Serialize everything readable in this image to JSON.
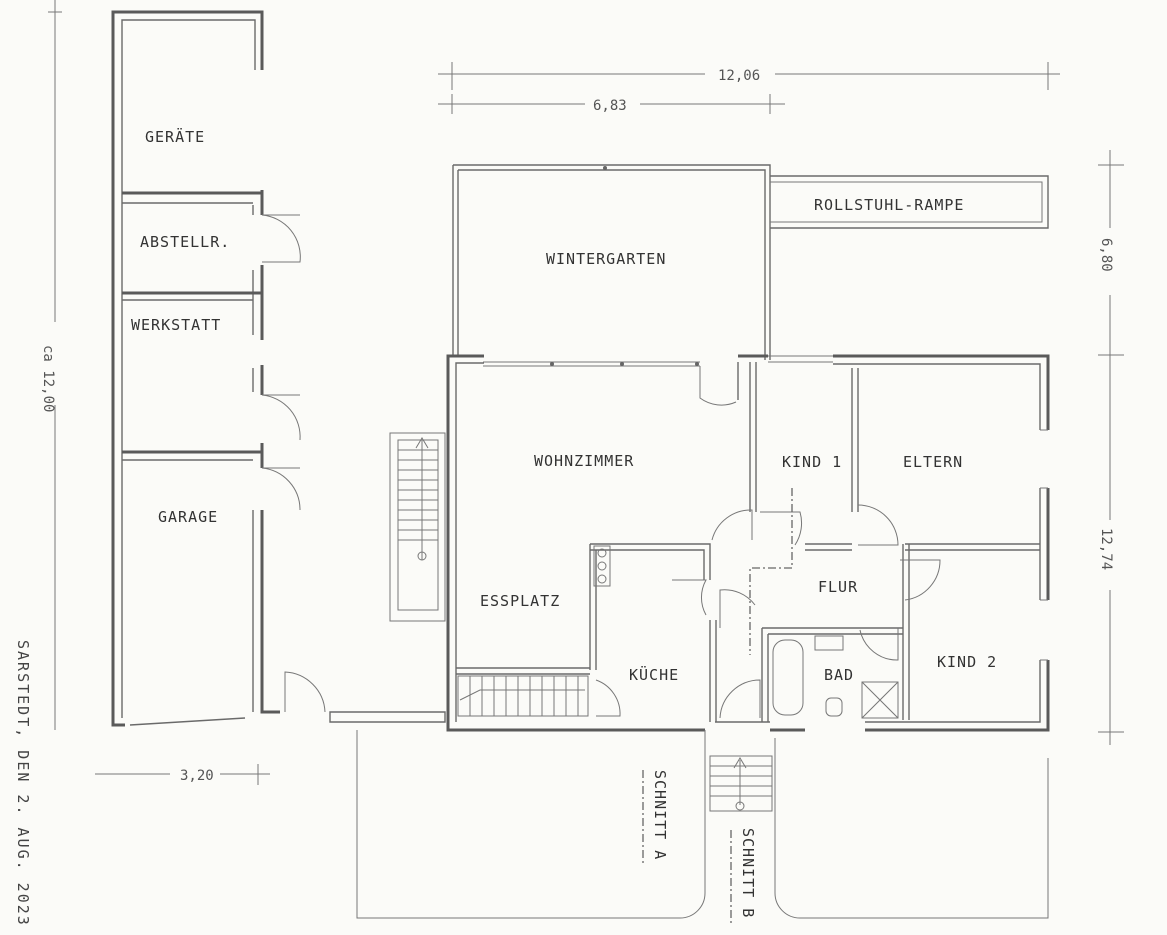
{
  "rooms": {
    "geraete": "GERÄTE",
    "abstellraum": "ABSTELLR.",
    "werkstatt": "WERKSTATT",
    "garage": "GARAGE",
    "wintergarten": "WINTERGARTEN",
    "rollstuhl_rampe": "ROLLSTUHL-RAMPE",
    "wohnzimmer": "WOHNZIMMER",
    "essplatz": "ESSPLATZ",
    "kueche": "KÜCHE",
    "kind1": "KIND 1",
    "eltern": "ELTERN",
    "flur": "FLUR",
    "bad": "BAD",
    "kind2": "KIND 2"
  },
  "dimensions": {
    "total_width": "12,06",
    "wintergarten_width": "6,83",
    "upper_depth": "6,80",
    "lower_depth": "12,74",
    "garage_length": "ca 12,00",
    "garage_width": "3,20"
  },
  "sections": {
    "a": "SCHNITT A",
    "b": "SCHNITT B"
  },
  "stamp": "SARSTEDT, DEN 2. AUG. 2023",
  "colors": {
    "ink": "#5a5a5a",
    "paper": "#fbfbf8"
  }
}
